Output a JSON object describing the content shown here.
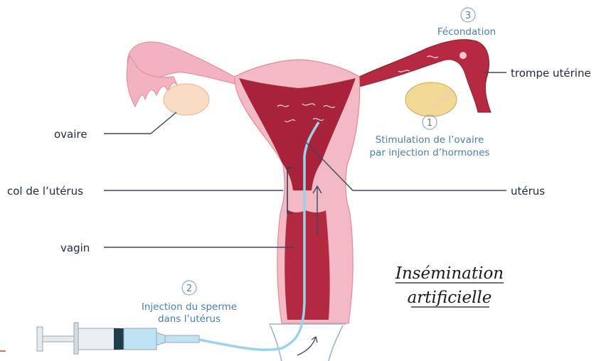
{
  "labels": {
    "ovaire": "ovaire",
    "col": "col de l’utérus",
    "vagin": "vagin",
    "trompe": "trompe utérine",
    "uterus": "utérus"
  },
  "steps": [
    {
      "number": "1",
      "lines": [
        "Stimulation de l’ovaire",
        "par injection d’hormones"
      ]
    },
    {
      "number": "2",
      "lines": [
        "Injection du sperme",
        "dans l’utérus"
      ]
    },
    {
      "number": "3",
      "lines": [
        "Fécondation"
      ]
    }
  ],
  "title": {
    "line1": "Insémination",
    "line2": "artificielle"
  },
  "colors": {
    "tissue_light": "#f3b9c4",
    "tissue_mid": "#e8909f",
    "cavity_dark": "#a8233a",
    "ovary": "#f6d9a4",
    "syringe_blue": "#bfe3f2",
    "annotation_blue": "#4a7fa8"
  }
}
